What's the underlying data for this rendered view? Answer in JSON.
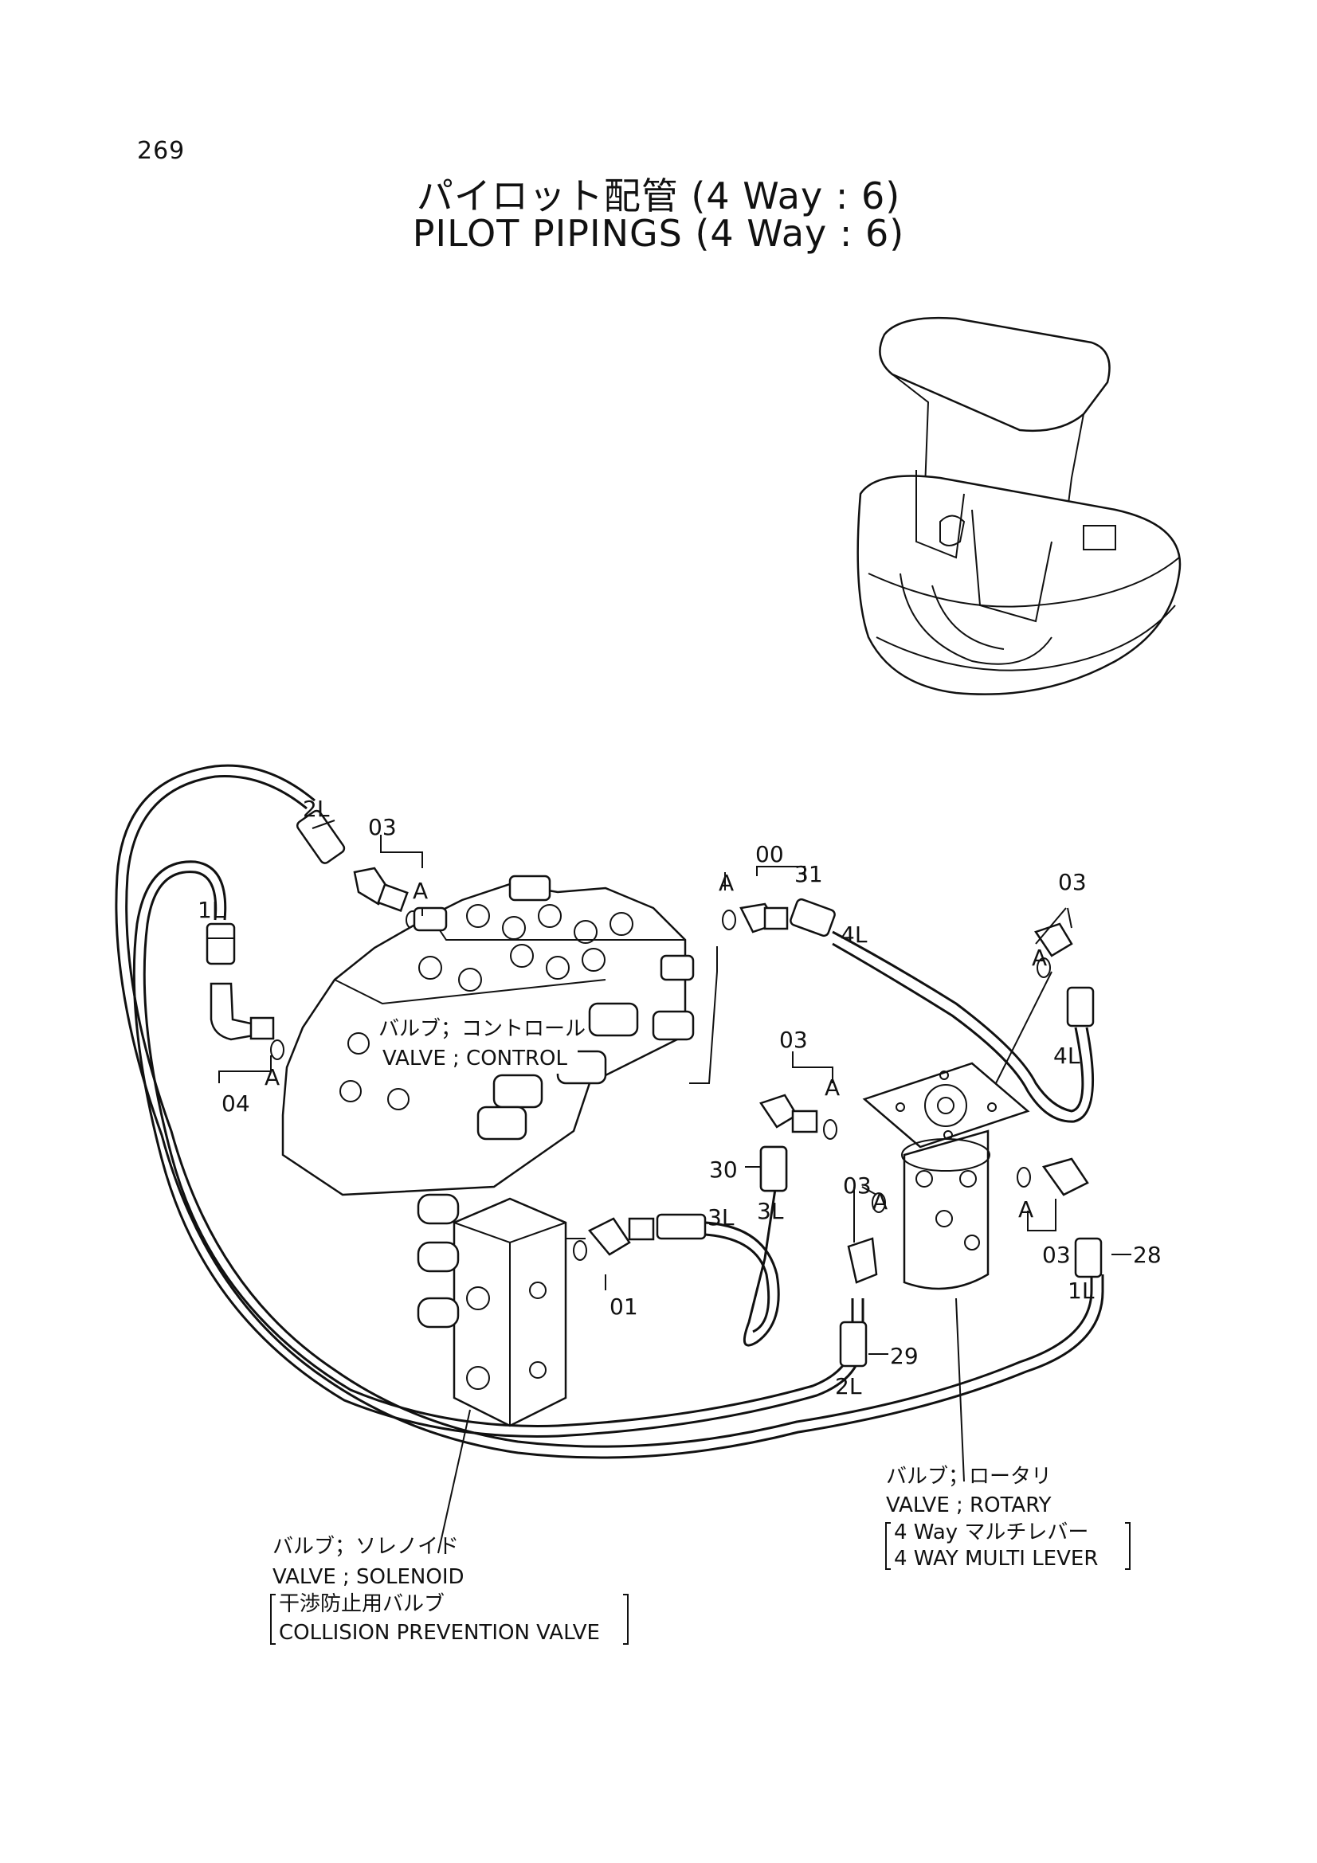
{
  "page_number": "269",
  "title_jp": "パイロット配管 (4 Way : 6)",
  "title_en": "PILOT PIPINGS (4 Way : 6)",
  "callouts": {
    "c00": "00",
    "c31": "31",
    "c03a": "03",
    "c03b": "03",
    "c03c": "03",
    "c03d": "03",
    "c03e": "03",
    "c04": "04",
    "c01": "01",
    "c30": "30",
    "c28": "28",
    "c29": "29",
    "A1": "A",
    "A2": "A",
    "A3": "A",
    "A4": "A",
    "A5": "A",
    "A6": "A",
    "A7": "A"
  },
  "hose_tags": {
    "h2L_top": "2L",
    "h1L_left": "1L",
    "h4L_a": "4L",
    "h4L_b": "4L",
    "h3L_a": "3L",
    "h3L_b": "3L",
    "h1L_right": "1L",
    "h2L_bottom": "2L"
  },
  "labels": {
    "control_jp": "バルブ；コントロール",
    "control_en": "VALVE ; CONTROL",
    "rotary_jp": "バルブ；ロータリ",
    "rotary_en": "VALVE ; ROTARY",
    "rotary_note_jp": "4 Way マルチレバー",
    "rotary_note_en": "4 WAY MULTI LEVER",
    "solenoid_jp": "バルブ；ソレノイド",
    "solenoid_en": "VALVE ; SOLENOID",
    "solenoid_note_jp": "干渉防止用バルブ",
    "solenoid_note_en": "COLLISION PREVENTION VALVE"
  }
}
